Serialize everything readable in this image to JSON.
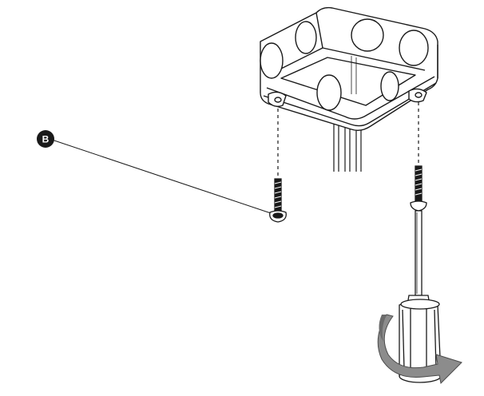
{
  "diagram": {
    "callout_label": "B",
    "colors": {
      "line": "#1a1a1a",
      "fill": "#ffffff",
      "callout_badge": "#1a1a1a",
      "rotation_arrow": "#8c8c8c",
      "rotation_arrow_shade": "#6b6b6b"
    },
    "parts": [
      "junction-box",
      "wires",
      "mounting-screw",
      "screwdriver",
      "rotation-arrow"
    ]
  }
}
